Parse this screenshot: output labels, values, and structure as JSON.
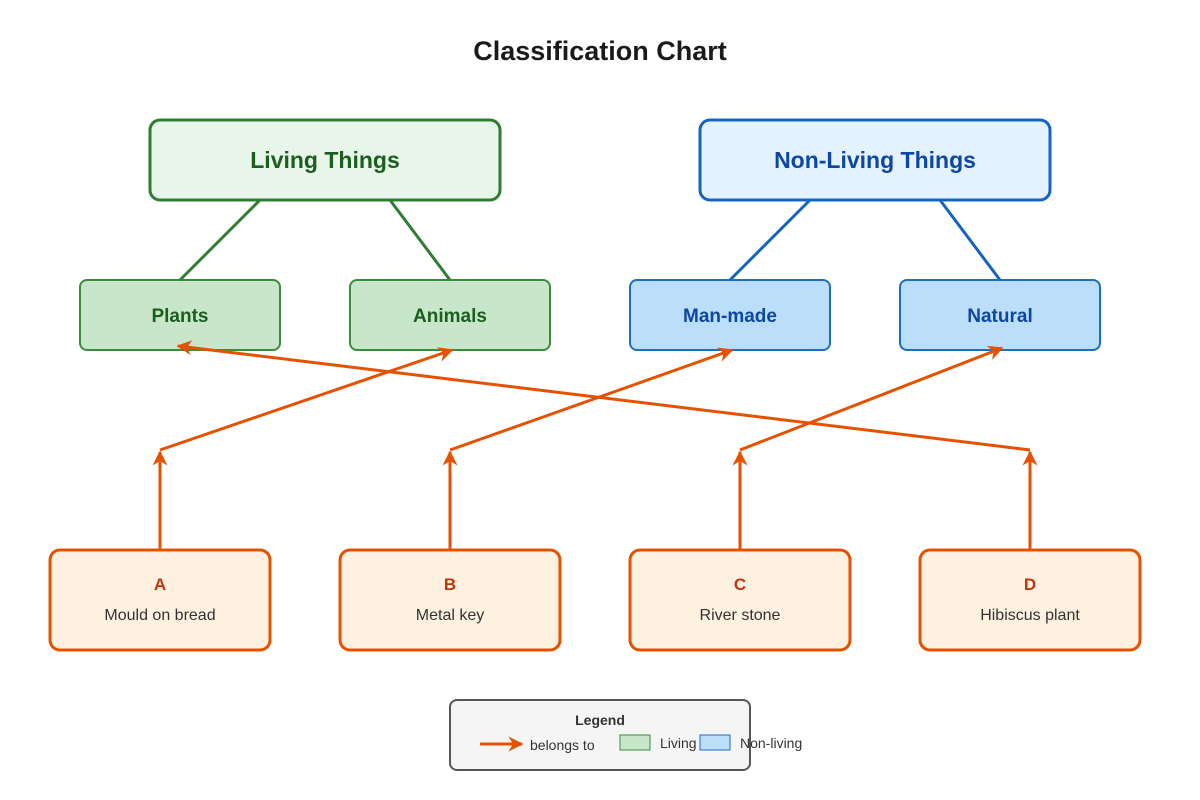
{
  "title": "Classification Chart",
  "categories": {
    "living": {
      "label": "Living Things",
      "fill": "#e8f5e9",
      "stroke": "#2e7d32",
      "text": "#1b5e20"
    },
    "non_living": {
      "label": "Non-Living Things",
      "fill": "#e3f2fd",
      "stroke": "#1565c0",
      "text": "#0d47a1"
    }
  },
  "subcategories": {
    "plants": {
      "label": "Plants"
    },
    "animals": {
      "label": "Animals"
    },
    "man_made": {
      "label": "Man-made"
    },
    "natural": {
      "label": "Natural"
    }
  },
  "subcategory_colors": {
    "living_fill": "#c8e6c9",
    "living_stroke": "#388e3c",
    "living_text": "#1b5e20",
    "non_living_fill": "#bbdefb",
    "non_living_stroke": "#1e6fc0",
    "non_living_text": "#0d47a1"
  },
  "items": [
    {
      "letter": "A",
      "name": "Mould on bread",
      "belongs_to": "Animals"
    },
    {
      "letter": "B",
      "name": "Metal key",
      "belongs_to": "Man-made"
    },
    {
      "letter": "C",
      "name": "River stone",
      "belongs_to": "Natural"
    },
    {
      "letter": "D",
      "name": "Hibiscus plant",
      "belongs_to": "Plants"
    }
  ],
  "item_colors": {
    "fill": "#fff1e0",
    "stroke": "#e65100",
    "letter": "#bf360c",
    "text": "#333333"
  },
  "arrow_color": "#e65100",
  "legend": {
    "title": "Legend",
    "arrow_label": "belongs to",
    "living_label": "Living",
    "non_living_label": "Non-living"
  }
}
